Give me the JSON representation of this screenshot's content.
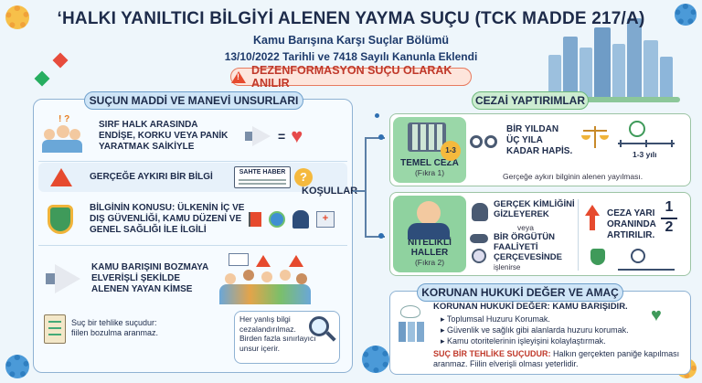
{
  "header": {
    "title": "‘HALKI YANILTICI BİLGİYİ ALENEN YAYMA SUÇU (TCK MADDE 217/A)",
    "subtitle": "Kamu Barışına Karşı Suçlar Bölümü",
    "date_line": "13/10/2022 Tarihli ve 7418 Sayılı Kanunla Eklendi",
    "badge": "DEZENFORMASYON SUÇU OLARAK ANILIR"
  },
  "left": {
    "heading": "SUÇUN MADDİ VE MANEVİ UNSURLARI",
    "items": [
      {
        "text": "SIRF HALK ARASINDA ENDİŞE, KORKU VEYA PANİK YARATMAK SAİKİYLE"
      },
      {
        "text": "GERÇEĞE AYKIRI BİR BİLGİ",
        "tag": "SAHTE HABER"
      },
      {
        "text": "BİLGİNİN KONUSU: ÜLKENİN İÇ VE DIŞ GÜVENLİĞİ, KAMU DÜZENİ VE GENEL SAĞLIĞI İLE İLGİLİ"
      },
      {
        "text": "KAMU BARIŞINI BOZMAYA ELVERİŞLİ ŞEKİLDE ALENEN YAYAN KİMSE"
      }
    ],
    "note_left": "Suç bir tehlike suçudur: fiilen bozulma aranmaz.",
    "note_right": "Her yanlış bilgi cezalandırılmaz. Birden fazla sınırlayıcı unsur içerir.",
    "conditions_label": "KOŞULLAR"
  },
  "right": {
    "heading": "CEZAİ YAPTIRIMLAR",
    "basic": {
      "label": "TEMEL CEZA",
      "sub": "(Fıkra 1)",
      "badge": "1-3",
      "text": "BİR YILDAN ÜÇ YILA KADAR HAPİS.",
      "range": "1-3 yılı",
      "note": "Gerçeğe aykırı bilginin alenen yayılması."
    },
    "aggr": {
      "label": "NİTELİKLİ HALLER",
      "sub": "(Fıkra 2)",
      "t1": "GERÇEK KİMLİĞİNİ GİZLEYEREK",
      "veya": "veya",
      "t2": "BİR ÖRGÜTÜN FAALİYETİ ÇERÇEVESİNDE",
      "t2sub": "işlenirse",
      "inc": "CEZA YARI ORANINDA ARTIRILIR.",
      "frac_num": "1",
      "frac_den": "2"
    },
    "protected": {
      "heading": "KORUNAN HUKUKİ DEĞER VE AMAÇ",
      "main": "KORUNAN HUKUKİ DEĞER: KAMU BARIŞIDIR.",
      "bullets": [
        "Toplumsal Huzuru Korumak.",
        "Güvenlik ve sağlık gibi alanlarda huzuru korumak.",
        "Kamu otoritelerinin işleyişini kolaylaştırmak."
      ],
      "danger_label": "SUÇ BİR TEHLİKE SUÇUDUR:",
      "danger_text": "Halkın gerçekten paniğe kapılması aranmaz. Fiilin elverişli olması yeterlidir."
    }
  },
  "colors": {
    "accent_blue": "#1d3a6b",
    "accent_red": "#c0392b",
    "accent_green": "#6db87b"
  }
}
